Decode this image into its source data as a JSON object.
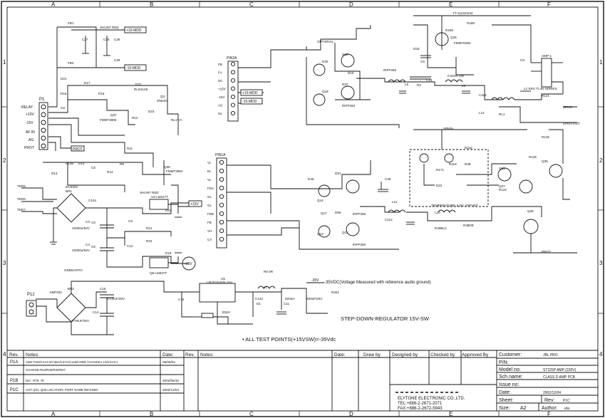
{
  "border": {
    "columns": [
      "A",
      "B",
      "C",
      "D",
      "E",
      "F"
    ],
    "rows": [
      "1",
      "2",
      "3",
      "4"
    ]
  },
  "connectors": {
    "p1": {
      "ref": "P1",
      "pins": [
        "RELAY",
        "+15V",
        "-15V",
        "AF IN",
        "AG",
        "PROT"
      ]
    },
    "p12": {
      "ref": "P12"
    },
    "pin2a": {
      "ref": "PIN2A",
      "pins": [
        "FB",
        "FA",
        "DC",
        "+15V",
        "-15V",
        "AG",
        "GL"
      ]
    },
    "pin1a": {
      "ref": "PIN1A",
      "pins": [
        "VL",
        "EL",
        "VL",
        "FDA",
        "GL",
        "GL",
        "FDB",
        "FB",
        "VH",
        "CA"
      ]
    }
  },
  "power_labels": {
    "mdd1": "+15-MDD",
    "mdd2": "-15-MDD",
    "mdd3": "+15-MDD",
    "mdd4": "-15-MDD",
    "v15a": "+15V",
    "v15b": "-15V",
    "prot": "PROT",
    "v35": "-35V"
  },
  "components": [
    {
      "id": "fb1",
      "text": "FB1"
    },
    {
      "id": "fb2",
      "text": "FB2"
    },
    {
      "id": "c27",
      "text": "C27"
    },
    {
      "id": "c25",
      "text": "C25"
    },
    {
      "id": "c26",
      "text": "C26"
    },
    {
      "id": "c28",
      "text": "C28"
    },
    {
      "id": "shunt",
      "text": "SHUNT RED"
    },
    {
      "id": "d21",
      "text": "D21"
    },
    {
      "id": "d17",
      "text": "D17"
    },
    {
      "id": "r15",
      "text": "R15"
    },
    {
      "id": "r16",
      "text": "R16"
    },
    {
      "id": "d22",
      "text": "D22"
    },
    {
      "id": "rls1",
      "text": "RLS4148"
    },
    {
      "id": "q3",
      "text": "Q3"
    },
    {
      "id": "q3t",
      "text": "2N5401"
    },
    {
      "id": "c8",
      "text": "C8"
    },
    {
      "id": "q37",
      "text": "Q37"
    },
    {
      "id": "fmmt",
      "text": "FMMT3906"
    },
    {
      "id": "r12",
      "text": "R12"
    },
    {
      "id": "d23",
      "text": "D23"
    },
    {
      "id": "relay",
      "text": "RL1T/A"
    },
    {
      "id": "r11",
      "text": "R11"
    },
    {
      "id": "q36",
      "text": "Q36"
    },
    {
      "id": "q36t",
      "text": "FMMT3904"
    },
    {
      "id": "r13",
      "text": "R13"
    },
    {
      "id": "r138",
      "text": "R138"
    },
    {
      "id": "d14",
      "text": "D14"
    },
    {
      "id": "c5",
      "text": "C5"
    },
    {
      "id": "r14",
      "text": "R14"
    },
    {
      "id": "r9",
      "text": "R9"
    },
    {
      "id": "ter5",
      "text": "TER5"
    },
    {
      "id": "ter6",
      "text": "TER6"
    },
    {
      "id": "ter7",
      "text": "TER7"
    },
    {
      "id": "br1",
      "text": "BR1"
    },
    {
      "id": "br1v",
      "text": "8A/400V"
    },
    {
      "id": "c104",
      "text": "C104"
    },
    {
      "id": "c3",
      "text": "C3"
    },
    {
      "id": "c3v",
      "text": "10000u/63V"
    },
    {
      "id": "c4",
      "text": "C4"
    },
    {
      "id": "c4v",
      "text": "10000u/63V"
    },
    {
      "id": "c5b",
      "text": "C5"
    },
    {
      "id": "c6",
      "text": "C6"
    },
    {
      "id": "gnd",
      "text": "GNDEARTH"
    },
    {
      "id": "u6",
      "text": "U6 LM317T"
    },
    {
      "id": "q8",
      "text": "Q8 LM337T"
    },
    {
      "id": "r20",
      "text": "R20"
    },
    {
      "id": "r21",
      "text": "R21"
    },
    {
      "id": "r22",
      "text": "R22"
    },
    {
      "id": "r19",
      "text": "R19"
    },
    {
      "id": "c9",
      "text": "C9"
    },
    {
      "id": "c12",
      "text": "C12"
    },
    {
      "id": "shunt2",
      "text": "SHUNT RED"
    },
    {
      "id": "p12c",
      "text": "KBP202"
    },
    {
      "id": "br2",
      "text": "BR2"
    },
    {
      "id": "c15",
      "text": "C15"
    },
    {
      "id": "c15v",
      "text": "4700uF/25V"
    },
    {
      "id": "c14",
      "text": "C14"
    },
    {
      "id": "c14v",
      "text": "4700uF/25V"
    },
    {
      "id": "u5",
      "text": "U5"
    },
    {
      "id": "u5t",
      "text": "LM2574HVN-15V"
    },
    {
      "id": "r8",
      "text": "R8 0R"
    },
    {
      "id": "l1",
      "text": "L1"
    },
    {
      "id": "l1v",
      "text": "820uH"
    },
    {
      "id": "c11",
      "text": "C11"
    },
    {
      "id": "c11v",
      "text": "330uF/25V"
    },
    {
      "id": "c16",
      "text": "C16"
    },
    {
      "id": "c142",
      "text": "C142"
    },
    {
      "id": "d1",
      "text": "D1"
    },
    {
      "id": "d1t",
      "text": "E510"
    },
    {
      "id": "r321",
      "text": "R321"
    },
    {
      "id": "opt",
      "text": "OPTIONAL"
    },
    {
      "id": "d30",
      "text": "D30"
    },
    {
      "id": "q18",
      "text": "Q18"
    },
    {
      "id": "q16",
      "text": "Q16"
    },
    {
      "id": "d37",
      "text": "D37"
    },
    {
      "id": "d15",
      "text": "D15"
    },
    {
      "id": "irf1",
      "text": "IRFP250"
    },
    {
      "id": "irf2",
      "text": "IRFP250"
    },
    {
      "id": "l6",
      "text": "L6"
    },
    {
      "id": "c13",
      "text": "C13"
    },
    {
      "id": "r2",
      "text": "R2"
    },
    {
      "id": "r2v",
      "text": "0.022R 5W"
    },
    {
      "id": "l8",
      "text": "L8"
    },
    {
      "id": "c114",
      "text": "C114"
    },
    {
      "id": "l12",
      "text": "L12"
    },
    {
      "id": "l12v",
      "text": "YT-11222"
    },
    {
      "id": "d34",
      "text": "D34"
    },
    {
      "id": "r188",
      "text": "R188"
    },
    {
      "id": "r185",
      "text": "R185"
    },
    {
      "id": "q26",
      "text": "Q26"
    },
    {
      "id": "fmmt2",
      "text": "FMMT6394"
    },
    {
      "id": "d33",
      "text": "D33"
    },
    {
      "id": "c6b",
      "text": "C6"
    },
    {
      "id": "c8b",
      "text": "C8"
    },
    {
      "id": "amp1",
      "text": "AMP-1"
    },
    {
      "id": "l2",
      "text": "L2 SRU TL4N SERIES"
    },
    {
      "id": "rl1",
      "text": "RL1"
    },
    {
      "id": "r121",
      "text": "R121"
    },
    {
      "id": "spkr1",
      "text": "SPKR-"
    },
    {
      "id": "spkr2",
      "text": "SPKR-OUT"
    },
    {
      "id": "spkr3",
      "text": "SPKR+"
    },
    {
      "id": "r116",
      "text": "R116"
    },
    {
      "id": "r171",
      "text": "R171"
    },
    {
      "id": "r118",
      "text": "R118"
    },
    {
      "id": "d38",
      "text": "D38"
    },
    {
      "id": "d31",
      "text": "D31"
    },
    {
      "id": "temp",
      "text": "TEMPERATURE & DC OFFSET"
    },
    {
      "id": "l10",
      "text": "L10"
    },
    {
      "id": "r40",
      "text": "R40BLC"
    },
    {
      "id": "r48",
      "text": "R48DE"
    },
    {
      "id": "r125",
      "text": "R125"
    },
    {
      "id": "q38",
      "text": "Q38"
    },
    {
      "id": "q31",
      "text": "Q31"
    },
    {
      "id": "q27",
      "text": "Q27"
    },
    {
      "id": "r122",
      "text": "R122"
    },
    {
      "id": "q28",
      "text": "Q28"
    },
    {
      "id": "r126",
      "text": "R126"
    },
    {
      "id": "prot2",
      "text": "PROT"
    },
    {
      "id": "d51",
      "text": "D51"
    },
    {
      "id": "d45",
      "text": "D45"
    },
    {
      "id": "q14",
      "text": "Q14"
    },
    {
      "id": "q17",
      "text": "Q17"
    },
    {
      "id": "d55",
      "text": "D55"
    },
    {
      "id": "q13",
      "text": "Q13"
    },
    {
      "id": "q11",
      "text": "Q11"
    },
    {
      "id": "irf3",
      "text": "IRFP250"
    },
    {
      "id": "irf4",
      "text": "IRFP250"
    },
    {
      "id": "l11",
      "text": "L11"
    },
    {
      "id": "c39",
      "text": "C39"
    },
    {
      "id": "c112",
      "text": "C112"
    }
  ],
  "annotations": {
    "v35_note": "-35VDC(Voltage Measured with reference audio ground)",
    "stepdown": "STEP-DOWN-REGULATOR 15V-SW",
    "testpoints": "• ALL TEST POINTS(+15VSW)=-35Vdc"
  },
  "title_block": {
    "rev_header": "Rev.",
    "notes_header": "Notes:",
    "date_header": "Date:",
    "rev2_header": "Rev.",
    "notes2_header": "Notes:",
    "date2_header": "Date:",
    "draw_by": "Draw by",
    "designed_by": "Designed by",
    "checked_by": "Checked by",
    "approved_by": "Approved By",
    "revisions": [
      {
        "rev": "P1A",
        "note": "ADD THD/CXAC2/C38A/C37A/C116/CORE CHANGE,L13/CXAC1",
        "date": "05/06/02"
      },
      {
        "rev": "",
        "note": "CHANGE:R24/R25/R26/R27",
        "date": ""
      },
      {
        "rev": "P1B",
        "note": "Del : R76, 78",
        "date": "2002/05/15"
      },
      {
        "rev": "P1C",
        "note": "CHT Q21, Q32 LOCATION, PORT NAME REVISED",
        "date": "2002/12/04"
      }
    ],
    "company": "ELYTONE ELECTRONIC CO.,LTD.",
    "tel": "TEL:+886-2-2671-2071",
    "fax": "FAX:+886-2-2672-5943",
    "customer_label": "Customer:",
    "customer": "JBL PRO",
    "pn_label": "P/N:",
    "pn": "",
    "model_label": "Model no:",
    "model": "ST225P AMP (230V)",
    "sch_label": "Sch name:",
    "sch": "CLASS D AMP PCB",
    "issue_label": "Issue no:",
    "issue": "",
    "date_label": "Date:",
    "date": "2002/12/04",
    "sheet_label": "Sheet:",
    "sheet": "",
    "rev_label": "Rev:",
    "rev": "P1C",
    "size_label": "Size:",
    "size": "A2",
    "author_label": "Author:",
    "author": "eta"
  }
}
